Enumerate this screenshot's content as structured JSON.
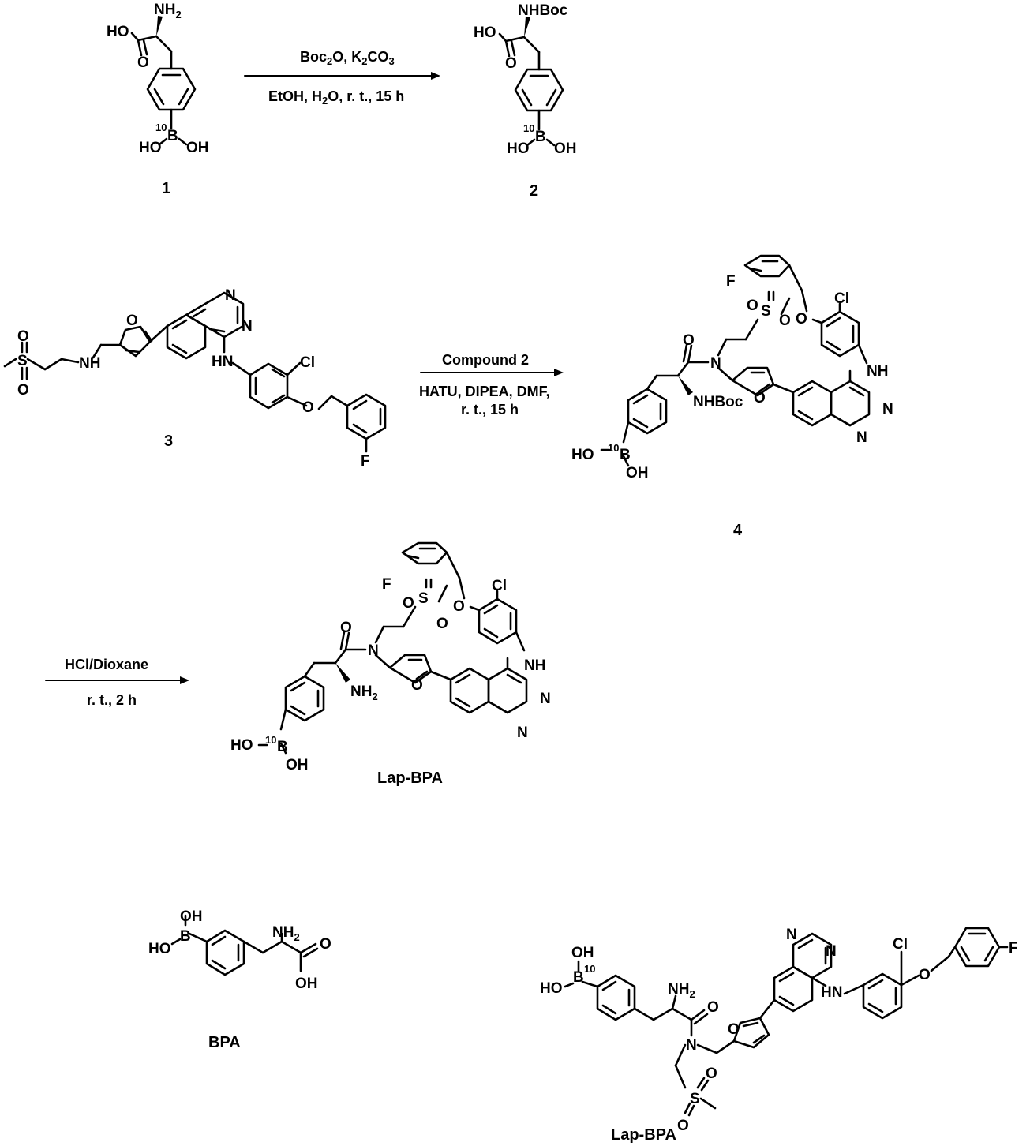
{
  "compounds": {
    "c1": {
      "label": "1"
    },
    "c2": {
      "label": "2"
    },
    "c3": {
      "label": "3"
    },
    "c4": {
      "label": "4"
    },
    "lap_bpa": {
      "label": "Lap-BPA"
    },
    "bpa": {
      "label": "BPA"
    },
    "lap_bpa_flat": {
      "label": "Lap-BPA"
    }
  },
  "steps": [
    {
      "reagents": "Boc2O, K2CO3",
      "conditions": "EtOH, H2O, r. t., 15 h"
    },
    {
      "reagents": "Compound 2",
      "conditions_line1": "HATU, DIPEA, DMF,",
      "conditions_line2": "r. t., 15 h"
    },
    {
      "reagents": "HCl/Dioxane",
      "conditions": "r. t., 2 h"
    }
  ],
  "atoms": {
    "nh2": "NH2",
    "ho": "HO",
    "oh": "OH",
    "o": "O",
    "b": "B",
    "iso10": "10",
    "nhboc": "NHBoc",
    "n": "N",
    "nh": "NH",
    "hn": "HN",
    "cl": "Cl",
    "f": "F",
    "s": "S",
    "ho_dash": "HO"
  }
}
